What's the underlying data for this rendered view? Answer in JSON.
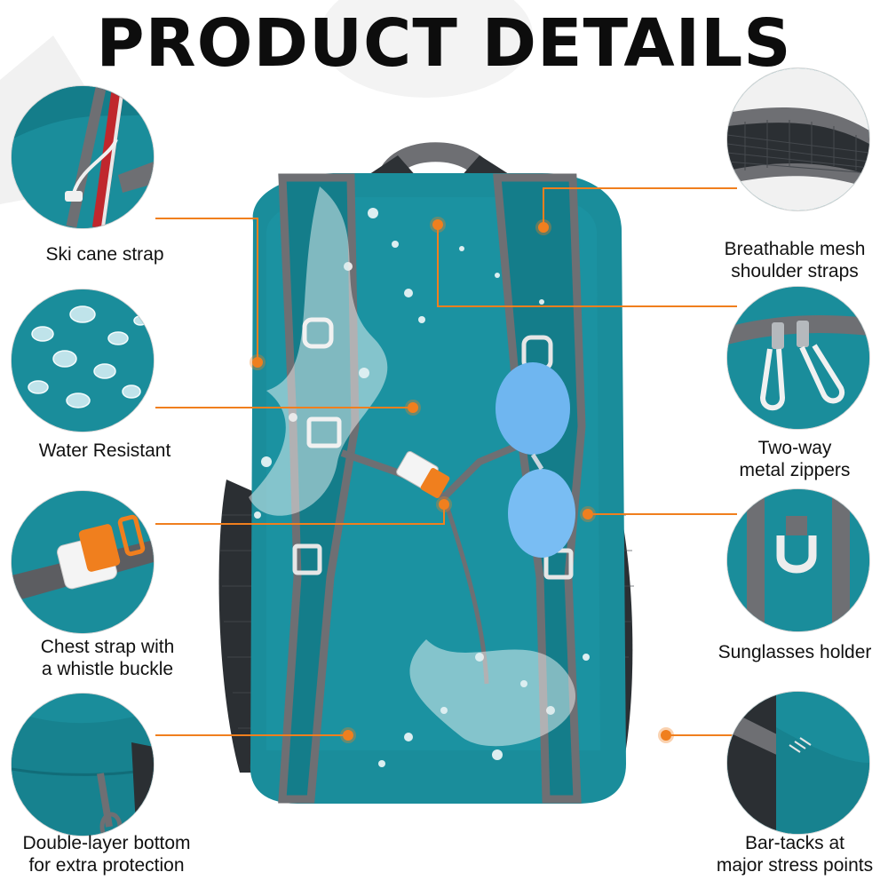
{
  "title": "PRODUCT DETAILS",
  "colors": {
    "accent": "#f07f1e",
    "fabric": "#1a8d9b",
    "fabric_dark": "#116c78",
    "strap": "#6e6f73",
    "mesh": "#2b2f33"
  },
  "features_left": [
    {
      "lines": [
        "Ski cane strap"
      ],
      "icon": "ski-cane-strap"
    },
    {
      "lines": [
        "Water Resistant"
      ],
      "icon": "water-droplets"
    },
    {
      "lines": [
        "Chest strap with",
        "a whistle buckle"
      ],
      "icon": "whistle-buckle"
    },
    {
      "lines": [
        "Double-layer bottom",
        "for extra protection"
      ],
      "icon": "double-layer-bottom"
    }
  ],
  "features_right": [
    {
      "lines": [
        "Breathable mesh",
        "shoulder straps"
      ],
      "icon": "mesh-strap"
    },
    {
      "lines": [
        "Two-way",
        "metal zippers"
      ],
      "icon": "metal-zippers"
    },
    {
      "lines": [
        "Sunglasses holder"
      ],
      "icon": "sunglasses-holder"
    },
    {
      "lines": [
        "Bar-tacks at",
        "major stress points"
      ],
      "icon": "bar-tacks"
    }
  ]
}
